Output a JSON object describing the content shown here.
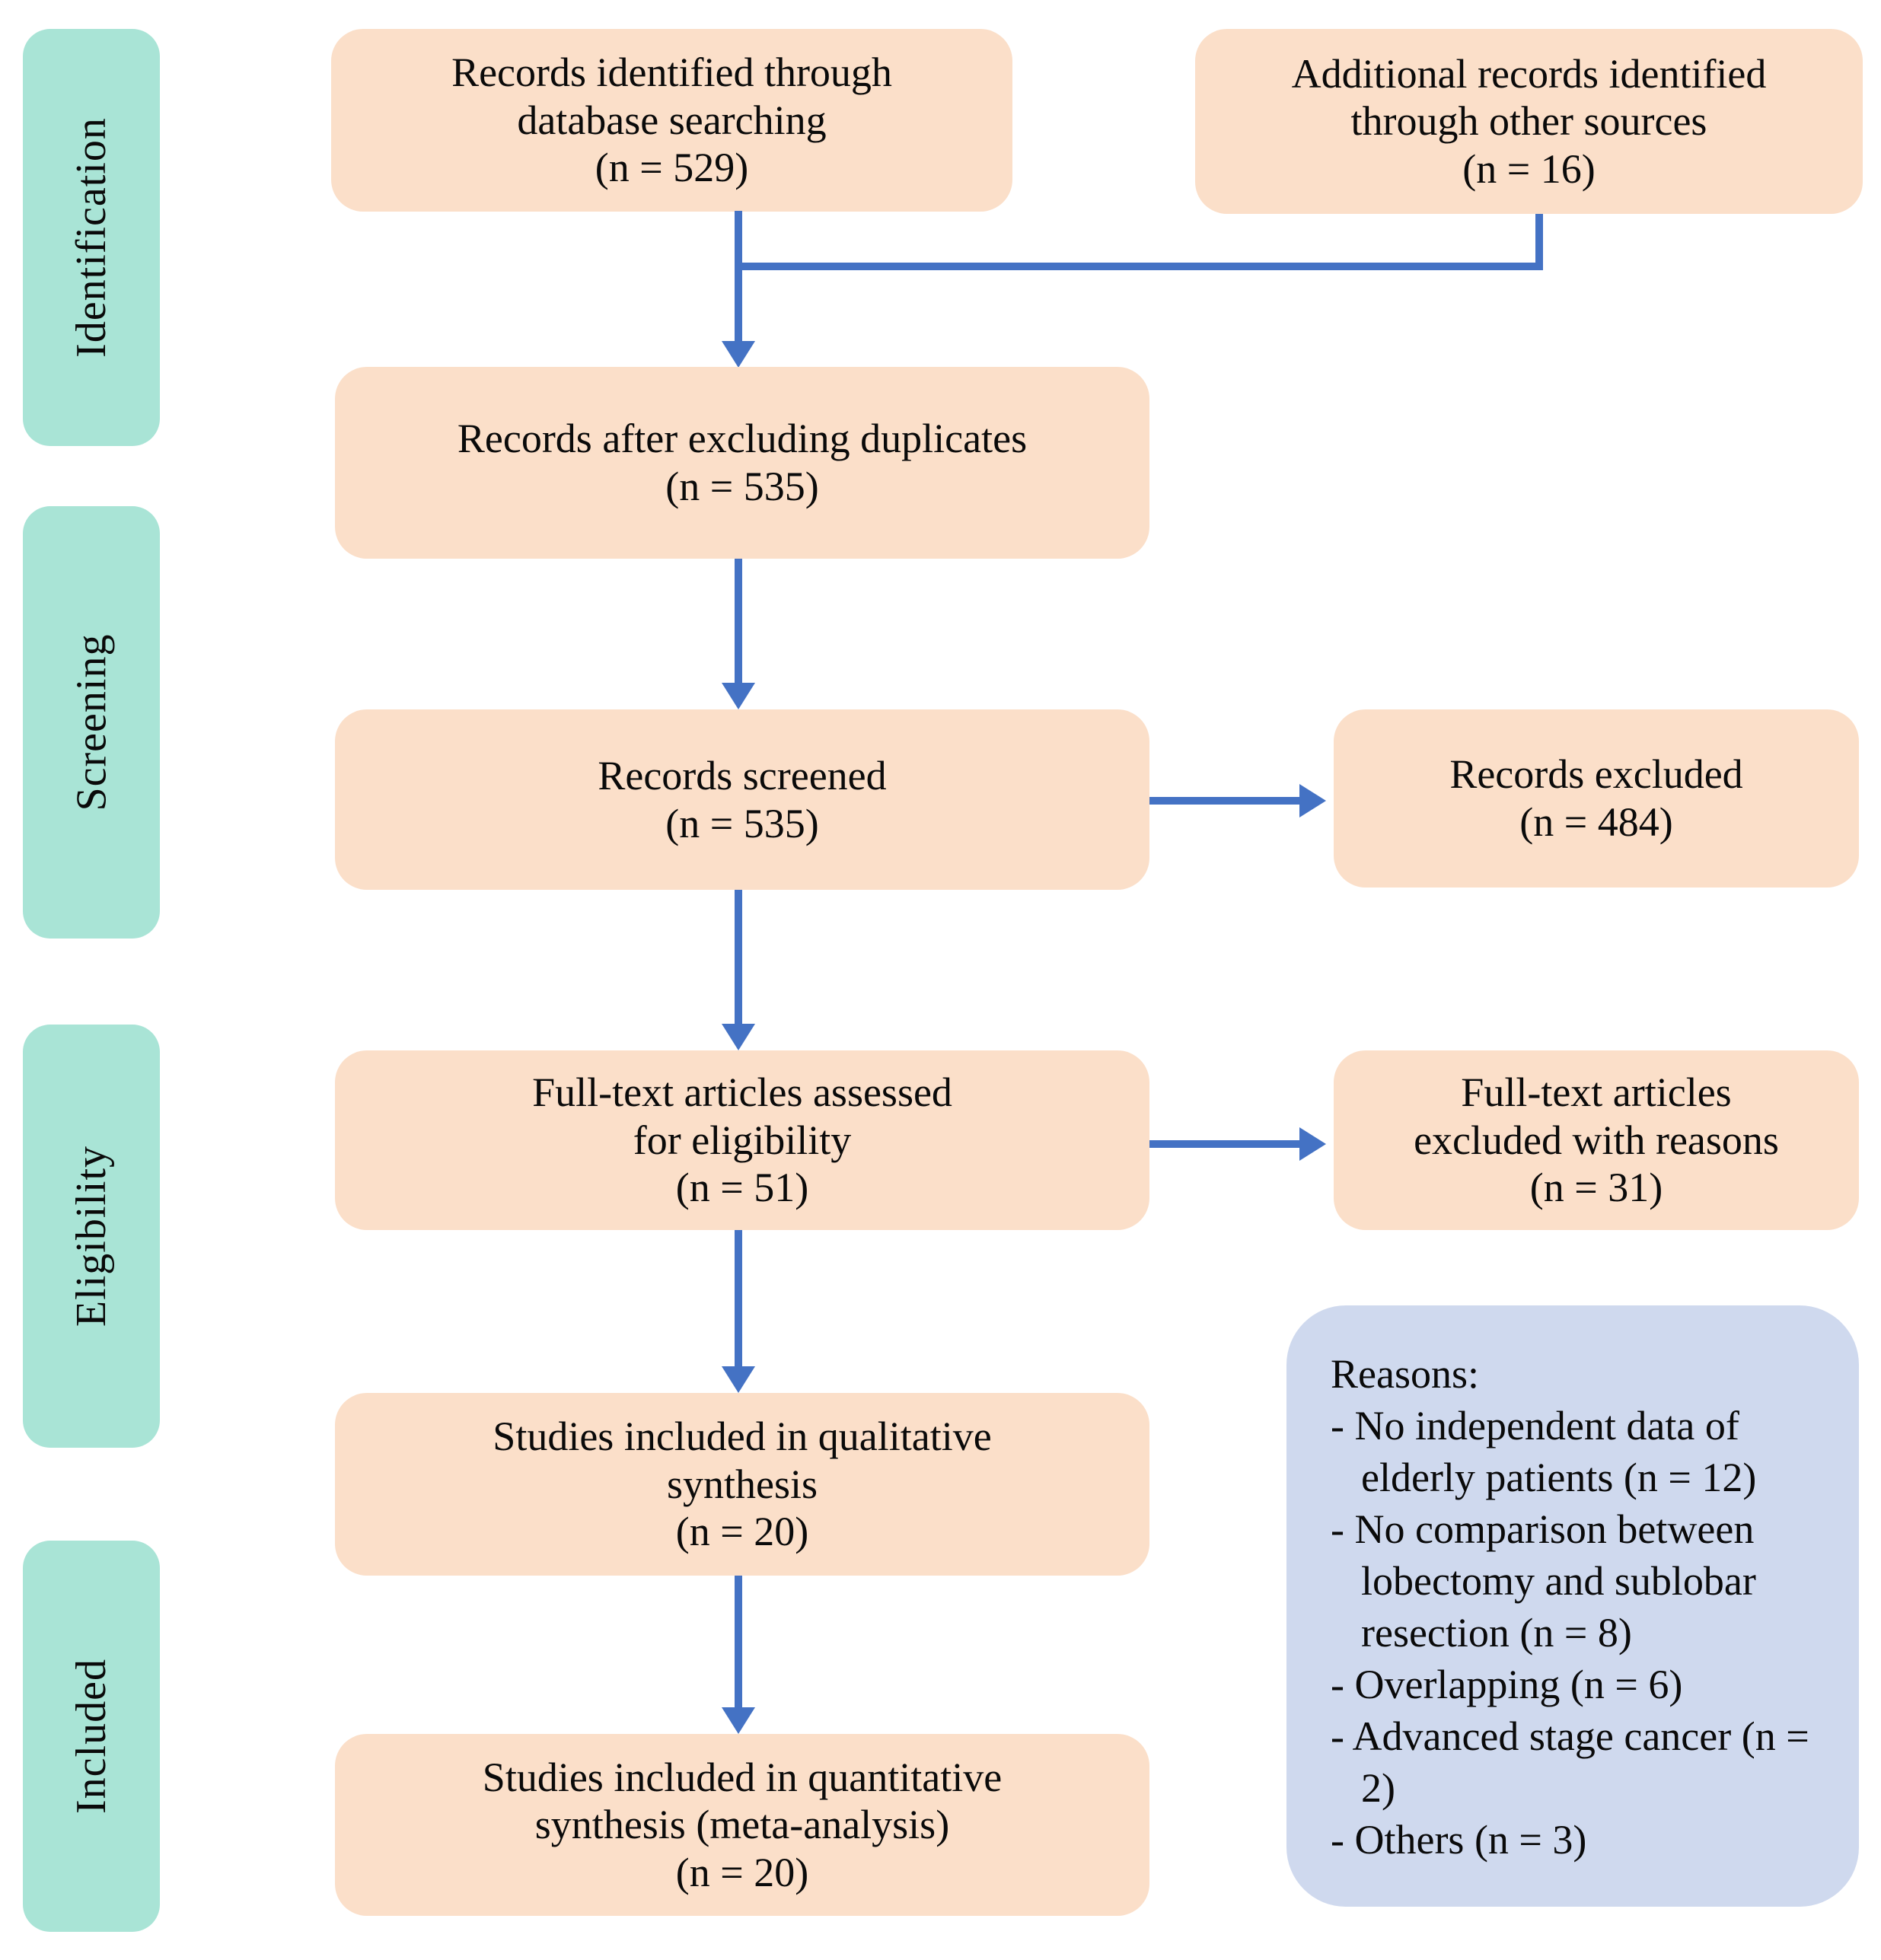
{
  "colors": {
    "stage_fill": "#a9e4d6",
    "box_fill": "#fbdfc9",
    "reasons_fill": "#cfd9ee",
    "arrow": "#4472c4",
    "text": "#0a0a0a"
  },
  "sidebar": {
    "stages": [
      {
        "label": "Identification"
      },
      {
        "label": "Screening"
      },
      {
        "label": "Eligibility"
      },
      {
        "label": "Included"
      }
    ]
  },
  "flow": {
    "identified": {
      "lines": [
        "Records identified through",
        "database searching",
        "(n = 529)"
      ]
    },
    "additional": {
      "lines": [
        "Additional records identified",
        "through other sources",
        "(n = 16)"
      ]
    },
    "deduplicated": {
      "lines": [
        "Records after excluding duplicates",
        "(n = 535)"
      ]
    },
    "screened": {
      "lines": [
        "Records screened",
        "(n = 535)"
      ]
    },
    "records_excluded": {
      "lines": [
        "Records excluded",
        "(n = 484)"
      ]
    },
    "assessed": {
      "lines": [
        "Full-text articles assessed",
        "for eligibility",
        "(n = 51)"
      ]
    },
    "fulltext_excluded": {
      "lines": [
        "Full-text articles",
        "excluded with reasons",
        "(n = 31)"
      ]
    },
    "qualitative": {
      "lines": [
        "Studies included in qualitative",
        "synthesis",
        "(n = 20)"
      ]
    },
    "quantitative": {
      "lines": [
        "Studies included in quantitative",
        "synthesis (meta-analysis)",
        "(n = 20)"
      ]
    }
  },
  "reasons": {
    "title": "Reasons:",
    "items": [
      "- No independent data of elderly patients (n = 12)",
      "- No comparison between lobectomy and sublobar resection (n = 8)",
      "- Overlapping (n = 6)",
      "- Advanced stage cancer (n = 2)",
      "- Others (n = 3)"
    ]
  }
}
